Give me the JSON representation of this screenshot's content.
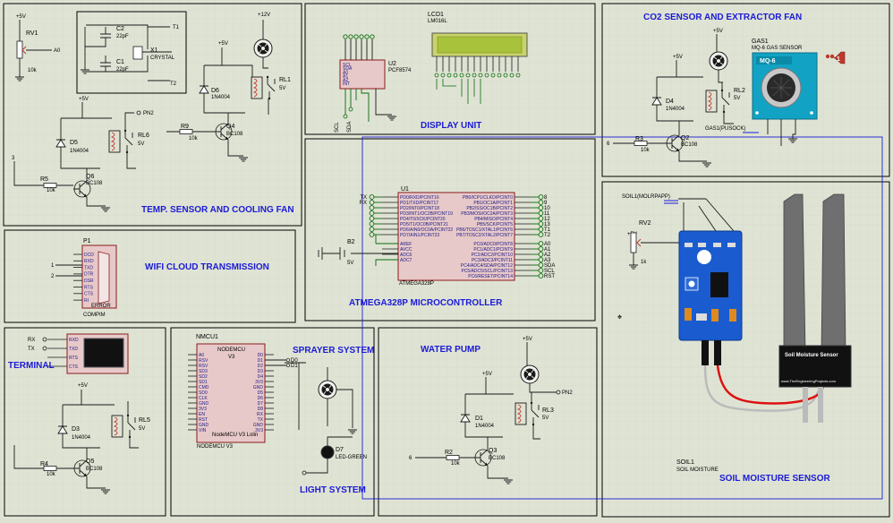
{
  "titles": {
    "temp": "TEMP. SENSOR AND COOLING FAN",
    "wifi": "WIFI CLOUD TRANSMISSION",
    "terminal": "TERMINAL",
    "display": "DISPLAY UNIT",
    "mcu": "ATMEGA328P MICROCONTROLLER",
    "co2": "CO2 SENSOR AND EXTRACTOR FAN",
    "sprayer": "SPRAYER SYSTEM",
    "light": "LIGHT SYSTEM",
    "pump": "WATER PUMP",
    "soil": "SOIL MOISTURE SENSOR"
  },
  "components": {
    "rv1": "RV1",
    "rv1_val": "10k",
    "c2": "C2",
    "c2_val": "22pF",
    "c1": "C1",
    "c1_val": "22pF",
    "x1": "X1",
    "x1_val": "CRYSTAL",
    "d6": "D6",
    "d6_val": "1N4004",
    "q4": "Q4",
    "q4_val": "BC108",
    "r9": "R9",
    "r9_val": "10k",
    "rl1": "RL1",
    "rl1_val": "5V",
    "rl6": "RL6",
    "rl6_val": "5V",
    "d5": "D5",
    "d5_val": "1N4004",
    "q6": "Q6",
    "q6_val": "BC108",
    "r5": "R5",
    "r5_val": "10k",
    "p1": "P1",
    "p1_val": "COMPIM",
    "d3": "D3",
    "d3_val": "1N4004",
    "q5": "Q5",
    "q5_val": "BC108",
    "r4": "R4",
    "r4_val": "10k",
    "rl5": "RL5",
    "rl5_val": "5V",
    "u2": "U2",
    "u2_val": "PCF8574",
    "lcd1": "LCD1",
    "lcd1_val": "LM016L",
    "u1": "U1",
    "u1_val": "ATMEGA328P",
    "b2": "B2",
    "b2_val": "5V",
    "nmcu": "NMCU1",
    "nmcu_chip": "NODEMCU",
    "nmcu_v": "V3",
    "nmcu_foot": "NodeMCU V3 Lolin",
    "nmcu_part": "NODEMCU V3",
    "d7": "D7",
    "d7_val": "LED-GREEN",
    "d1": "D1",
    "d1_val": "1N4004",
    "q3": "Q3",
    "q3_val": "BC108",
    "r2": "R2",
    "r2_val": "10k",
    "rl3": "RL3",
    "rl3_val": "5V",
    "d4": "D4",
    "d4_val": "1N4004",
    "q2": "Q2",
    "q2_val": "BC108",
    "r3": "R3",
    "r3_val": "10k",
    "rl2": "RL2",
    "rl2_val": "5V",
    "gas1": "GAS1",
    "gas1_val": "MQ-6 GAS SENSOR",
    "mq6": "MQ-6",
    "gas_net": "GAS1(PUSOCK)",
    "soil_net": "SOIL1(MOLRPAPP)",
    "rv2": "RV2",
    "rv2_val": "1k",
    "soil1": "SOIL1",
    "soil1_val": "SOIL MOISTURE",
    "soil_label": "Soil Moisture Sensor",
    "soil_site": "www.TheEngineeringProjects.com",
    "v5": "+5V",
    "v12": "+12V",
    "pn2": "PN2",
    "error": "ERROR",
    "marker": "1"
  },
  "mcu_pins_left": [
    "PD0/RXD/PCINT16",
    "PD1/TXD/PCINT17",
    "PD2/INT0/PCINT18",
    "PD3/INT1/OC2B/PCINT19",
    "PD4/T0/XCK/PCINT20",
    "PD5/T1/OC0B/PCINT21",
    "PD6/AIN0/OC0A/PCINT22",
    "PD7/AIN1/PCINT23"
  ],
  "mcu_pins_right": [
    "PB0/ICP1/CLKO/PCINT0",
    "PB1/OC1A/PCINT1",
    "PB2/SS/OC1B/PCINT2",
    "PB3/MOSI/OC2A/PCINT3",
    "PB4/MISO/PCINT4",
    "PB5/SCK/PCINT5",
    "PB6/TOSC1/XTAL1/PCINT6",
    "PB7/TOSC2/XTAL2/PCINT7"
  ],
  "mcu_pins_left2": [
    "AREF",
    "AVCC",
    "ADC6",
    "ADC7"
  ],
  "mcu_pins_right2": [
    "PC0/ADC0/PCINT8",
    "PC1/ADC1/PCINT9",
    "PC2/ADC2/PCINT10",
    "PC3/ADC3/PCINT11",
    "PC4/ADC4/SDA/PCINT12",
    "PC5/ADC5/SCL/PCINT13",
    "PC6/RESET/PCINT14"
  ],
  "mcu_nets_left": [
    "TX",
    "RX",
    "",
    "",
    "",
    "",
    "",
    ""
  ],
  "mcu_nets_right": [
    "8",
    "9",
    "10",
    "11",
    "12",
    "13",
    "T1",
    "T2"
  ],
  "mcu_nets_right2": [
    "A0",
    "A1",
    "A2",
    "A3",
    "SDA",
    "SCL",
    "RST"
  ],
  "terminal_pins": [
    "RXD",
    "TXD",
    "RTS",
    "CTS"
  ],
  "terminal_nets": [
    "RX",
    "TX"
  ],
  "compim_pins": [
    "DCD",
    "RXD",
    "TXD",
    "DTR",
    "DSR",
    "RTS",
    "CTS",
    "RI"
  ],
  "nmcu_pins_left": [
    "A0",
    "RSV",
    "RSV",
    "SD3",
    "SD2",
    "SD1",
    "CMD",
    "SD0",
    "CLK",
    "GND",
    "3V3",
    "EN",
    "RST",
    "GND",
    "VIN"
  ],
  "nmcu_pins_right": [
    "D0",
    "D1",
    "D2",
    "D3",
    "D4",
    "3V3",
    "GND",
    "D5",
    "D6",
    "D7",
    "D8",
    "RX",
    "TX",
    "GND",
    "3V3"
  ],
  "nmcu_nets": [
    "D0",
    "D1"
  ],
  "u2_pins": [
    "SCL",
    "SDA",
    "A0",
    "A1",
    "A2",
    "INT"
  ]
}
